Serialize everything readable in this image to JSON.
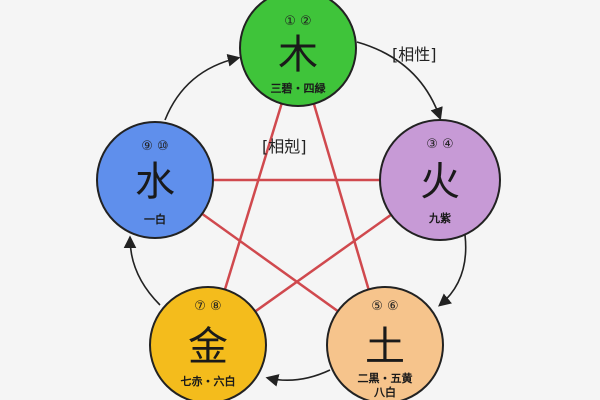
{
  "labels": {
    "generating": "[相性]",
    "overcoming": "[相剋]"
  },
  "elements": [
    {
      "name": "木",
      "numbers": "① ②",
      "stars": "三碧・四緑",
      "stars2": "",
      "color": "#3fc43a"
    },
    {
      "name": "火",
      "numbers": "③ ④",
      "stars": "九紫",
      "stars2": "",
      "color": "#c79ad6"
    },
    {
      "name": "土",
      "numbers": "⑤ ⑥",
      "stars": "二黒・五黄",
      "stars2": "八白",
      "color": "#f6c48c"
    },
    {
      "name": "金",
      "numbers": "⑦ ⑧",
      "stars": "七赤・六白",
      "stars2": "",
      "color": "#f4bc1c"
    },
    {
      "name": "水",
      "numbers": "⑨ ⑩",
      "stars": "一白",
      "stars2": "",
      "color": "#5f8fec"
    }
  ],
  "colors": {
    "overcoming_line": "#d0494e",
    "generating_arrow": "#222222"
  }
}
